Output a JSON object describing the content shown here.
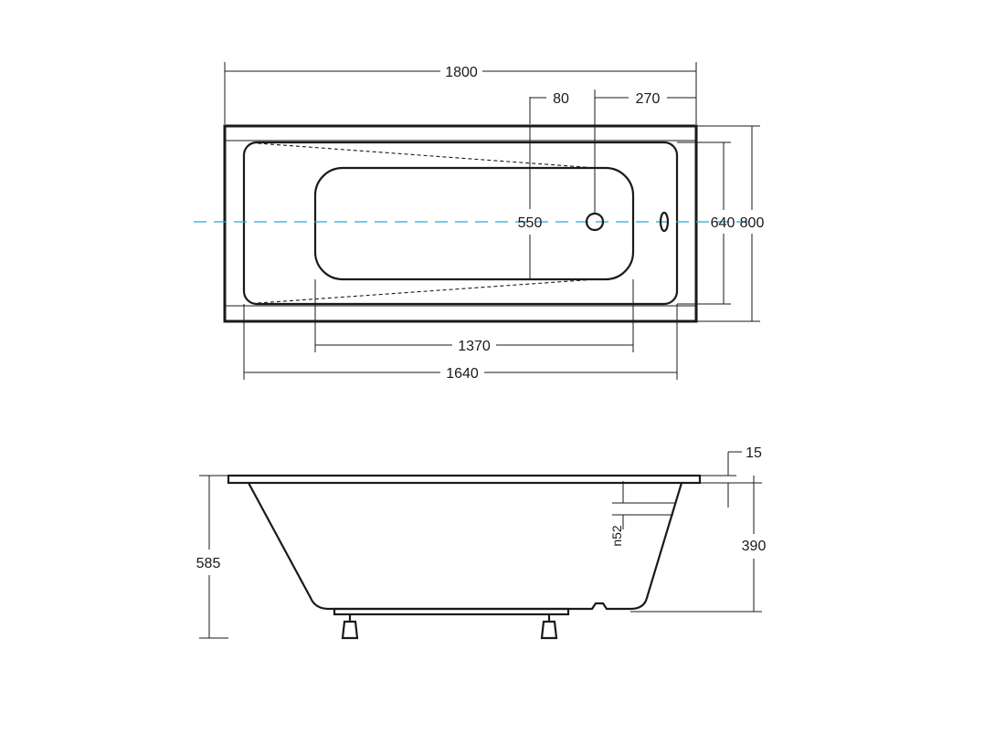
{
  "top_view": {
    "dims": {
      "overall_length": "1800",
      "drain_offset_small": "80",
      "drain_offset_end": "270",
      "inner_width": "550",
      "basin_width": "640",
      "overall_width": "800",
      "inner_length": "1370",
      "basin_length": "1640"
    }
  },
  "side_view": {
    "dims": {
      "rim_thickness": "15",
      "overflow_height": "n52",
      "inner_depth": "390",
      "total_height": "585"
    }
  },
  "colors": {
    "outline": "#1a1a1a",
    "center_axis": "#2aa7d6"
  }
}
